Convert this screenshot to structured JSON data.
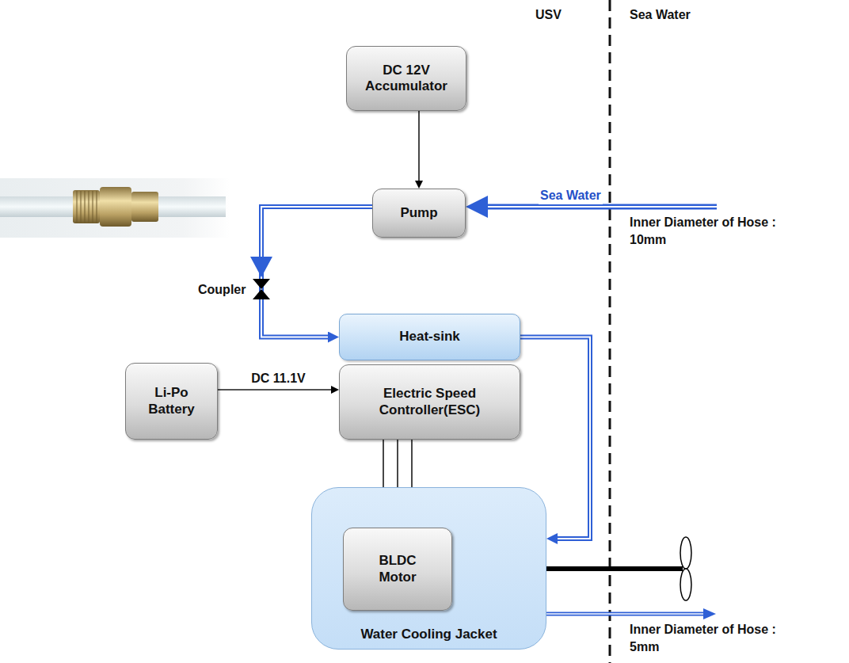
{
  "diagram": {
    "nodes": [
      {
        "text": [
          "DC 12V Accumulator"
        ]
      },
      {
        "text": [
          "Pump"
        ]
      },
      {
        "text": [
          "Heat-sink"
        ]
      },
      {
        "text": [
          "Li-Po Battery"
        ]
      },
      {
        "text": [
          "Electric Speed Controller(ESC)"
        ]
      },
      {
        "text": [
          "Water Cooling Jacket"
        ]
      },
      {
        "text": [
          "BLDC Motor"
        ],
        "in": 5
      }
    ],
    "edges": [
      {
        "from": 0,
        "to": 1,
        "arrow": "to"
      },
      {
        "from": 1,
        "to": 2,
        "arrow": "to"
      },
      {
        "from": 2,
        "to": 5,
        "arrow": "to"
      },
      {
        "from": 3,
        "to": 4,
        "label": "DC 11.1V",
        "arrow": "to"
      },
      {
        "from": 4,
        "to": 6,
        "arrow": "to"
      },
      {
        "from": 4,
        "to": 6,
        "arrow": "to"
      },
      {
        "from": 4,
        "to": 6,
        "arrow": "to"
      }
    ],
    "labels": [
      "USV",
      "Sea Water",
      "Sea Water",
      "Inner Diameter of Hose : 10mm",
      "Coupler",
      "Inner Diameter of Hose : 5mm"
    ]
  }
}
